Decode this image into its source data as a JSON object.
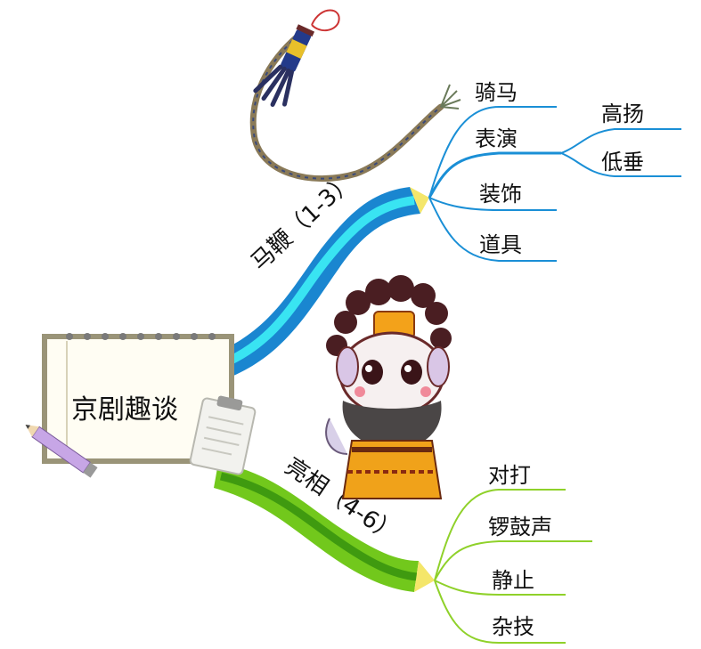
{
  "center": {
    "label": "京剧趣谈"
  },
  "branches": [
    {
      "label": "马鞭（1-3）",
      "color": "#1a8fd6",
      "light": "#35e0f0",
      "children": [
        {
          "label": "骑马"
        },
        {
          "label": "表演",
          "children": [
            {
              "label": "高扬"
            },
            {
              "label": "低垂"
            }
          ]
        },
        {
          "label": "装饰"
        },
        {
          "label": "道具"
        }
      ]
    },
    {
      "label": "亮相（4-6）",
      "color": "#6cc21a",
      "light": "#a8ec3a",
      "children": [
        {
          "label": "对打"
        },
        {
          "label": "锣鼓声"
        },
        {
          "label": "静止"
        },
        {
          "label": "杂技"
        }
      ]
    }
  ],
  "icons": [
    "notepad-icon",
    "pencil-icon",
    "clipboard-icon",
    "horsewhip-icon",
    "opera-mascot-icon"
  ]
}
